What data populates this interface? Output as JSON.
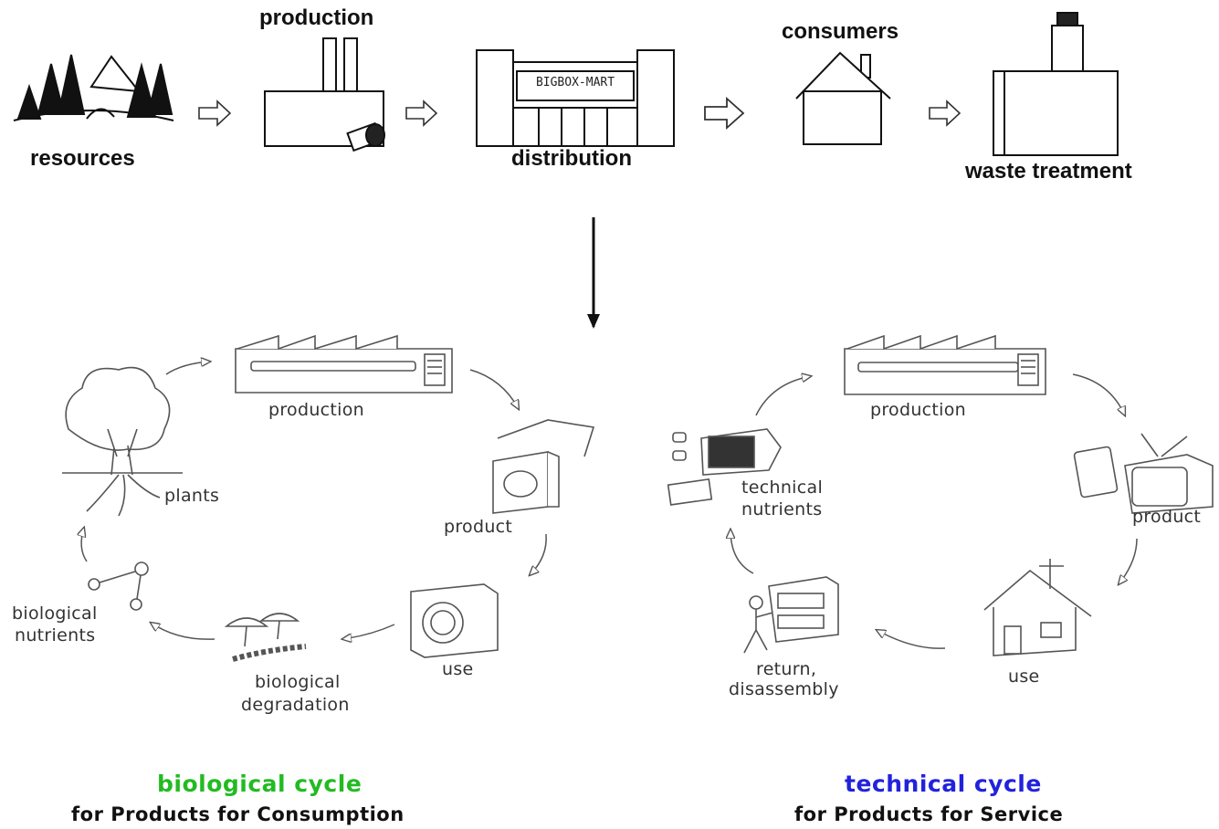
{
  "linear": {
    "resources": "resources",
    "production": "production",
    "distribution": "distribution",
    "store_sign": "BIGBOX-MART",
    "consumers": "consumers",
    "waste": "waste treatment"
  },
  "bio": {
    "production": "production",
    "product": "product",
    "use": "use",
    "degradation_1": "biological",
    "degradation_2": "degradation",
    "nutrients_1": "biological",
    "nutrients_2": "nutrients",
    "plants": "plants"
  },
  "tech": {
    "production": "production",
    "product": "product",
    "use": "use",
    "return_1": "return,",
    "return_2": "disassembly",
    "nutrients_1": "technical",
    "nutrients_2": "nutrients"
  },
  "captions": {
    "bio_title": "biological cycle",
    "bio_sub": "for Products for Consumption",
    "tech_title": "technical cycle",
    "tech_sub": "for Products for Service"
  },
  "colors": {
    "bio_title": "#22bb22",
    "tech_title": "#2222dd",
    "ink": "#333333"
  }
}
